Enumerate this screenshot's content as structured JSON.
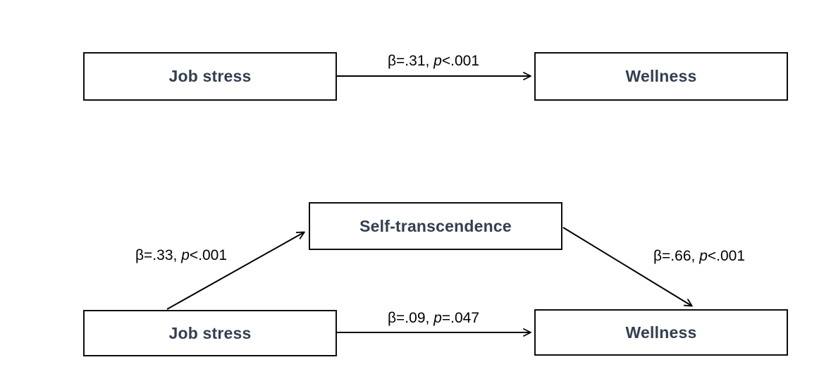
{
  "colors": {
    "background": "#ffffff",
    "box_border": "#0d0d0d",
    "box_text": "#333f50",
    "arrow": "#000000",
    "label_text": "#000000"
  },
  "total_effect_model": {
    "predictor_label": "Job stress",
    "outcome_label": "Wellness",
    "path_c": {
      "coef": "β=.31, ",
      "p_italic": "p",
      "p_rest": "<.001"
    }
  },
  "mediation_model": {
    "predictor_label": "Job stress",
    "mediator_label": "Self-transcendence",
    "outcome_label": "Wellness",
    "path_a": {
      "coef": "β=.33, ",
      "p_italic": "p",
      "p_rest": "<.001"
    },
    "path_b": {
      "coef": "β=.66, ",
      "p_italic": "p",
      "p_rest": "<.001"
    },
    "path_c_prime": {
      "coef": "β=.09, ",
      "p_italic": "p",
      "p_rest": "=.047"
    }
  }
}
